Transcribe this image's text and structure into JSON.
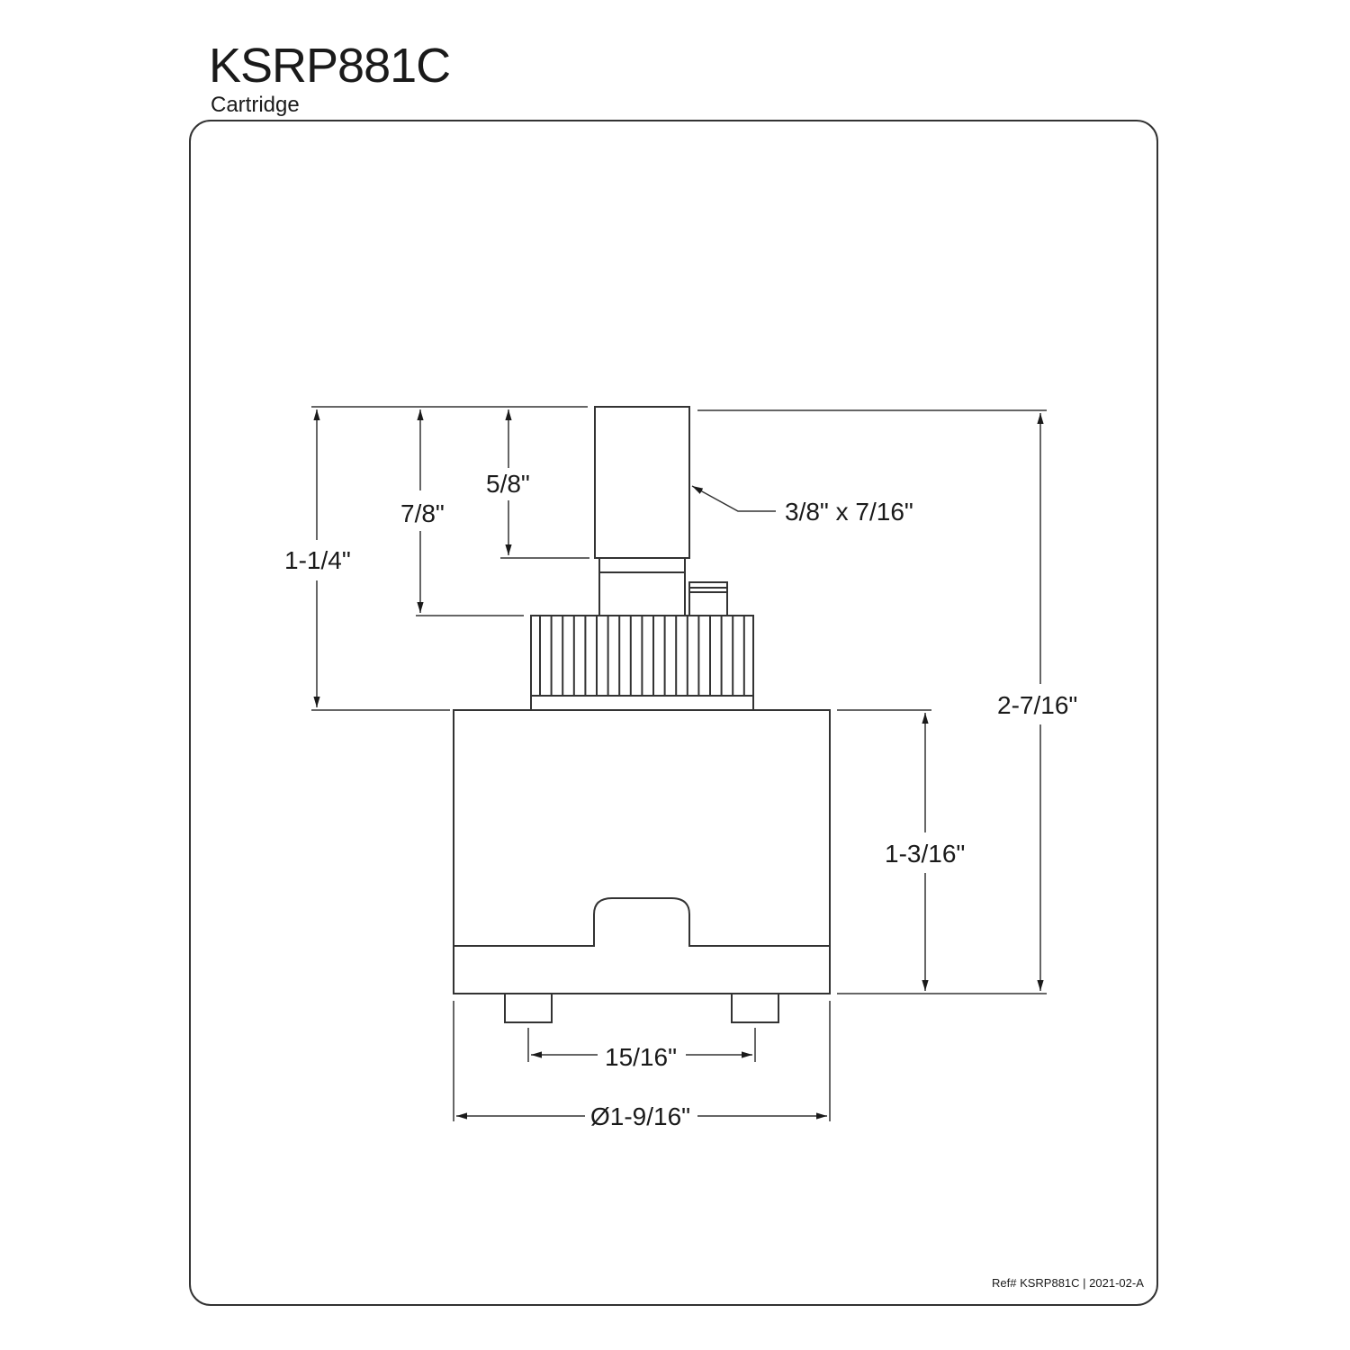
{
  "header": {
    "title": "KSRP881C",
    "subtitle": "Cartridge"
  },
  "dimensions": {
    "stem_top": "5/8\"",
    "stem_to_collar": "7/8\"",
    "top_to_body": "1-1/4\"",
    "stem_size": "3/8\" x 7/16\"",
    "overall_height": "2-7/16\"",
    "body_height": "1-3/16\"",
    "pin_spacing": "15/16\"",
    "diameter": "Ø1-9/16\""
  },
  "footer": {
    "ref": "Ref# KSRP881C | 2021-02-A"
  }
}
